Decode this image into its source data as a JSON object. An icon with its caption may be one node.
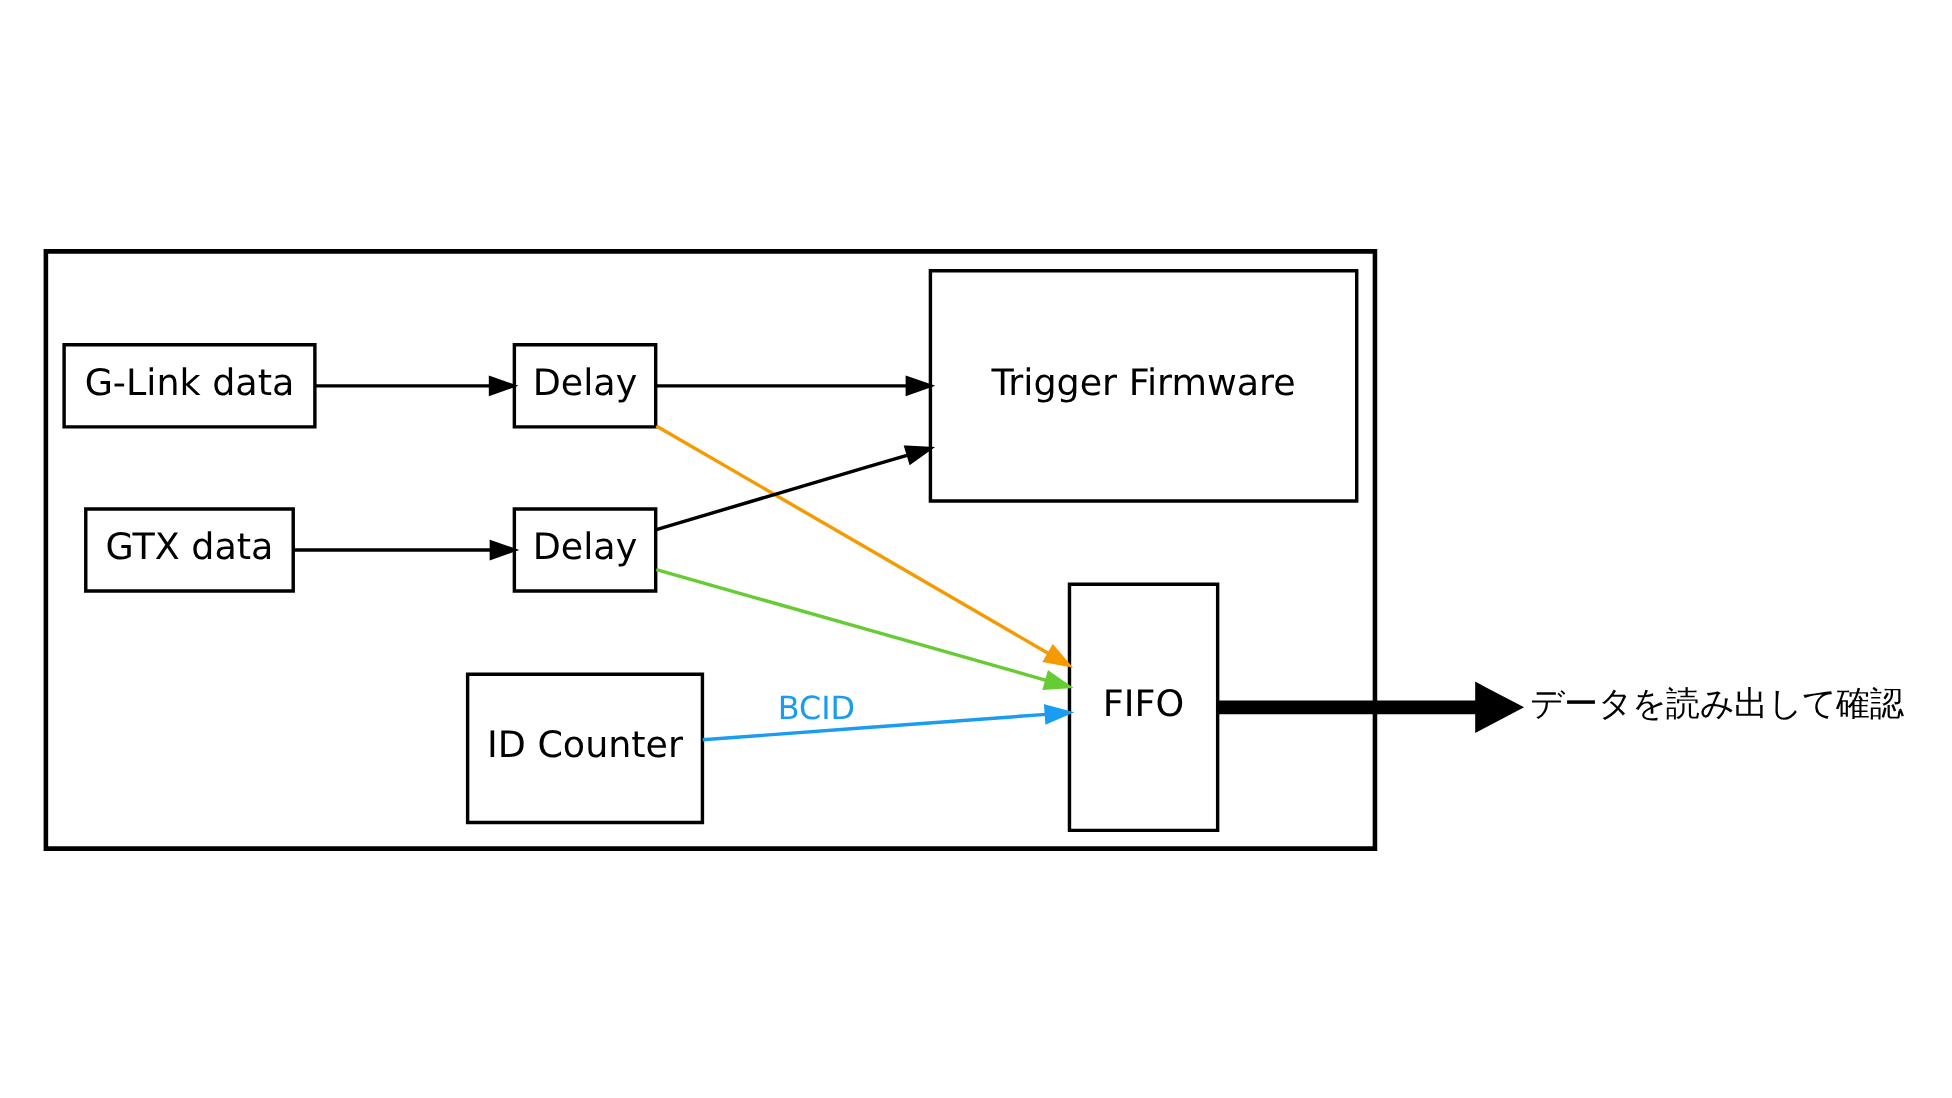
{
  "diagram": {
    "nodes": [
      {
        "text": [],
        "shape": "box"
      },
      {
        "text": [
          "G-Link data"
        ],
        "in": 0
      },
      {
        "text": [
          "Delay"
        ],
        "in": 0
      },
      {
        "text": [
          "Trigger Firmware"
        ],
        "in": 0
      },
      {
        "text": [
          "GTX data"
        ],
        "in": 0
      },
      {
        "text": [
          "Delay"
        ],
        "in": 0
      },
      {
        "text": [
          "ID Counter"
        ],
        "in": 0
      },
      {
        "text": [
          "FIFO"
        ],
        "in": 0
      }
    ],
    "edges": [
      {
        "from": 1,
        "to": 2,
        "arrow": "to"
      },
      {
        "from": 2,
        "to": 3,
        "arrow": "to"
      },
      {
        "from": 4,
        "to": 5,
        "arrow": "to"
      },
      {
        "from": 5,
        "to": 3,
        "arrow": "to"
      },
      {
        "from": 2,
        "to": 7,
        "arrow": "to",
        "color": "#f59a00"
      },
      {
        "from": 5,
        "to": 7,
        "arrow": "to",
        "color": "#66cc33"
      },
      {
        "from": 6,
        "to": 7,
        "arrow": "to",
        "label": "BCID",
        "color": "#1a9cf0"
      },
      {
        "from": 7,
        "to": null,
        "arrow": "to",
        "style": "thick",
        "label": "データを読み出して確認"
      }
    ]
  }
}
